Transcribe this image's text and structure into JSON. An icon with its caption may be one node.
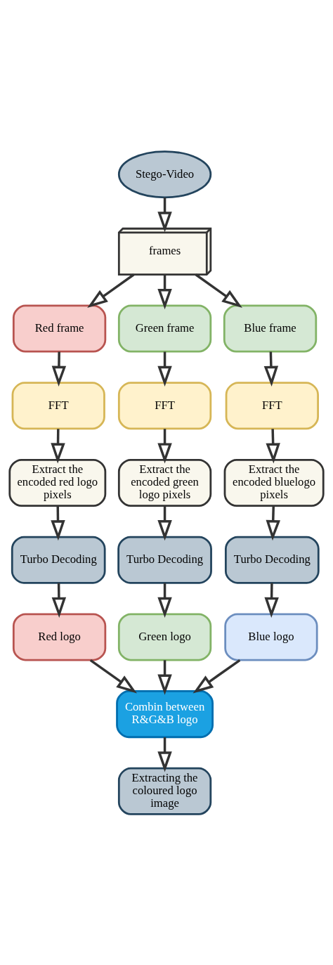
{
  "diagram": {
    "nodes": [
      {
        "text": [
          "Stego-Video"
        ]
      },
      {
        "text": [
          "frames"
        ]
      },
      {
        "text": [
          "Red frame"
        ]
      },
      {
        "text": [
          "Green frame"
        ]
      },
      {
        "text": [
          "Blue frame"
        ]
      },
      {
        "text": [
          "FFT"
        ]
      },
      {
        "text": [
          "FFT"
        ]
      },
      {
        "text": [
          "FFT"
        ]
      },
      {
        "text": [
          "Extract the encoded red logo pixels"
        ]
      },
      {
        "text": [
          "Extract the encoded green logo pixels"
        ]
      },
      {
        "text": [
          "Extract the encoded bluelogo pixels"
        ]
      },
      {
        "text": [
          "Turbo Decoding"
        ]
      },
      {
        "text": [
          "Turbo Decoding"
        ]
      },
      {
        "text": [
          "Turbo Decoding"
        ]
      },
      {
        "text": [
          "Red logo"
        ]
      },
      {
        "text": [
          "Green logo"
        ]
      },
      {
        "text": [
          "Blue logo"
        ]
      },
      {
        "text": [
          "Combin between R&G&B logo"
        ]
      },
      {
        "text": [
          "Extracting the coloured logo image"
        ]
      }
    ],
    "edges": [
      {
        "from": 0,
        "to": 1,
        "arrow": "to"
      },
      {
        "from": 1,
        "to": 2,
        "arrow": "to"
      },
      {
        "from": 1,
        "to": 3,
        "arrow": "to"
      },
      {
        "from": 1,
        "to": 4,
        "arrow": "to"
      },
      {
        "from": 2,
        "to": 5,
        "arrow": "to"
      },
      {
        "from": 3,
        "to": 6,
        "arrow": "to"
      },
      {
        "from": 4,
        "to": 7,
        "arrow": "to"
      },
      {
        "from": 5,
        "to": 8,
        "arrow": "to"
      },
      {
        "from": 6,
        "to": 9,
        "arrow": "to"
      },
      {
        "from": 7,
        "to": 10,
        "arrow": "to"
      },
      {
        "from": 8,
        "to": 11,
        "arrow": "to"
      },
      {
        "from": 9,
        "to": 12,
        "arrow": "to"
      },
      {
        "from": 10,
        "to": 13,
        "arrow": "to"
      },
      {
        "from": 11,
        "to": 14,
        "arrow": "to"
      },
      {
        "from": 12,
        "to": 15,
        "arrow": "to"
      },
      {
        "from": 13,
        "to": 16,
        "arrow": "to"
      },
      {
        "from": 14,
        "to": 17,
        "arrow": "to"
      },
      {
        "from": 15,
        "to": 17,
        "arrow": "to"
      },
      {
        "from": 16,
        "to": 17,
        "arrow": "to"
      },
      {
        "from": 17,
        "to": 18,
        "arrow": "to"
      }
    ]
  }
}
